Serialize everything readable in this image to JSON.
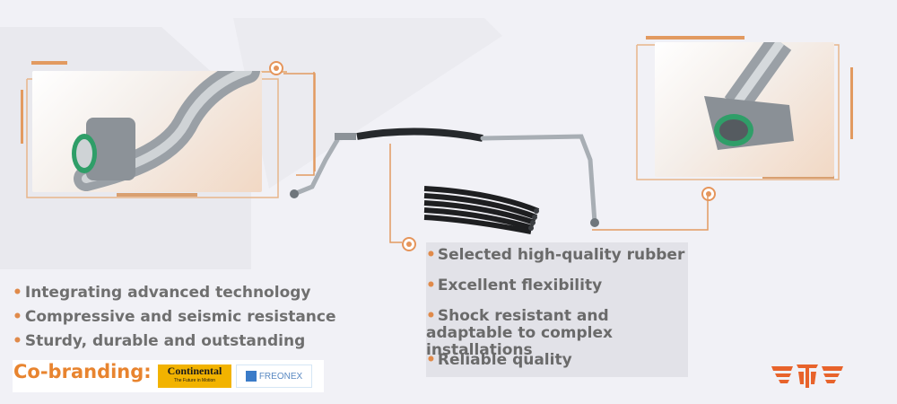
{
  "features_left": [
    "Integrating advanced technology",
    "Compressive and seismic resistance",
    "Sturdy, durable and outstanding"
  ],
  "features_right": [
    "Selected high-quality rubber",
    "Excellent flexibility",
    "Shock resistant and adaptable to complex installations",
    "Reliable quality"
  ],
  "cobranding": {
    "label": "Co-branding:",
    "brands": [
      "Continental",
      "FREONEX"
    ],
    "continental_tagline": "The Future in Motion"
  },
  "colors": {
    "accent": "#e08a4a",
    "frame": "#e4a36f",
    "text": "#6f6f6f",
    "logo": "#e8632b"
  },
  "icons": [
    "hose-end-closeup-left",
    "hose-end-closeup-right",
    "ac-hose-assembly",
    "rubber-tubes",
    "target-marker-icon",
    "winged-logo-icon"
  ]
}
